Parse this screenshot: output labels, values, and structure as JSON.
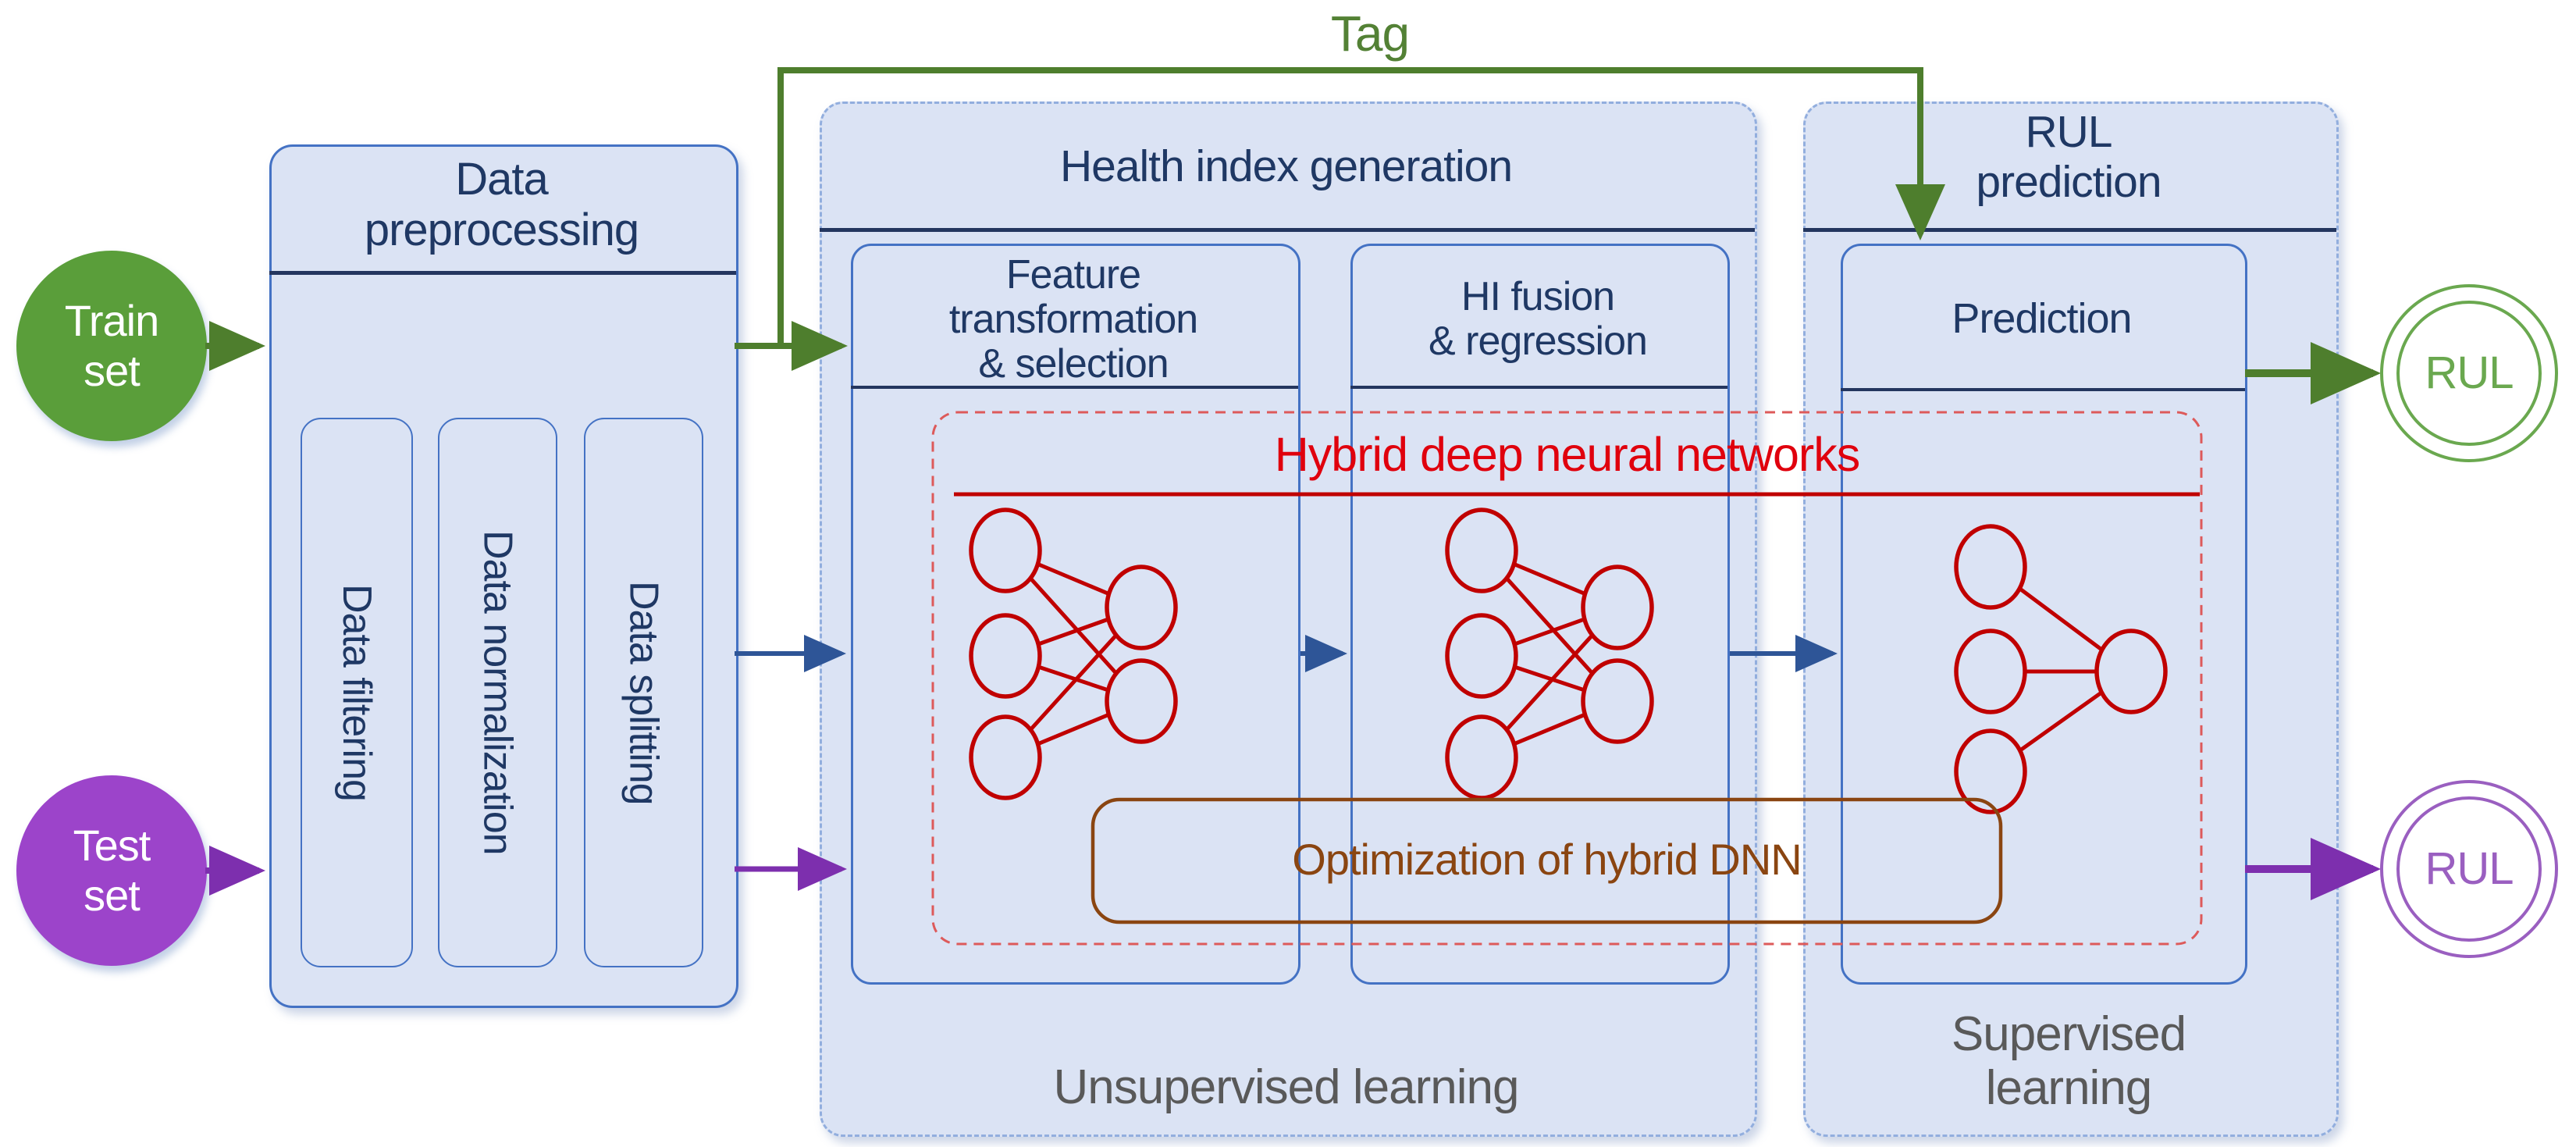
{
  "diagram": {
    "tag_label": "Tag",
    "inputs": {
      "train": {
        "line1": "Train",
        "line2": "set"
      },
      "test": {
        "line1": "Test",
        "line2": "set"
      }
    },
    "outputs": {
      "rul_train": {
        "label": "RUL"
      },
      "rul_test": {
        "label": "RUL"
      }
    },
    "preprocessing": {
      "title_line1": "Data",
      "title_line2": "preprocessing",
      "steps": [
        "Data filtering",
        "Data normalization",
        "Data splitting"
      ]
    },
    "health_index": {
      "title": "Health index generation",
      "stage_feature": {
        "line1": "Feature",
        "line2": "transformation",
        "line3": "& selection"
      },
      "stage_fusion": {
        "line1": "HI fusion",
        "line2": "& regression"
      },
      "footer": "Unsupervised learning"
    },
    "rul_prediction": {
      "title_line1": "RUL",
      "title_line2": "prediction",
      "stage": {
        "title": "Prediction"
      },
      "footer_line1": "Supervised",
      "footer_line2": "learning"
    },
    "hybrid_dnn": {
      "title": "Hybrid deep neural networks",
      "optimization_label": "Optimization of hybrid DNN",
      "networks": [
        {
          "name": "feature-network",
          "layers": [
            3,
            2
          ]
        },
        {
          "name": "fusion-network",
          "layers": [
            3,
            2
          ]
        },
        {
          "name": "prediction-network",
          "layers": [
            3,
            1
          ]
        }
      ]
    },
    "colors": {
      "train_green": "#5a9e3a",
      "arrow_green": "#4e7e2d",
      "tag_green": "#538135",
      "test_purple": "#9c44ca",
      "arrow_purple": "#7d2fae",
      "navy": "#1f3864",
      "box_border_blue": "#4472c4",
      "panel_fill": "#dbe3f4",
      "panel_dash_blue": "#92aede",
      "arrow_blue": "#2e5597",
      "nn_red": "#c00000",
      "hybrid_title_red": "#e0000d",
      "dashed_red": "#dd5a5a",
      "optimization_brown": "#8a4511",
      "footer_gray": "#595959",
      "rul_ring_green": "#6aa84f",
      "rul_ring_purple": "#9a5fc0"
    }
  }
}
